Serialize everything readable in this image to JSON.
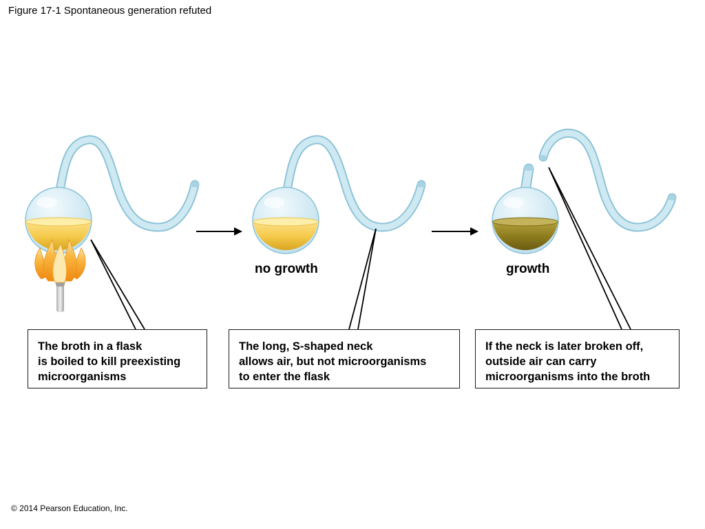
{
  "figure": {
    "title": "Figure 17-1 Spontaneous generation refuted",
    "copyright": "© 2014 Pearson Education, Inc."
  },
  "labels": {
    "no_growth": "no growth",
    "growth": "growth"
  },
  "captions": [
    {
      "lines": [
        "The broth in a flask",
        "is boiled to kill preexisting",
        "microorganisms"
      ]
    },
    {
      "lines": [
        "The long, S-shaped neck",
        "allows air, but not microorganisms",
        "to enter the flask"
      ]
    },
    {
      "lines": [
        "If the neck is later broken off,",
        "outside air can carry",
        "microorganisms into the broth"
      ]
    }
  ],
  "colors": {
    "glass": "#cfe9f3",
    "glass_edge": "#8cc3d8",
    "fresh_broth": "#f6cb4c",
    "contaminated_broth": "#8e7d1e",
    "flame": "#f6a623"
  }
}
